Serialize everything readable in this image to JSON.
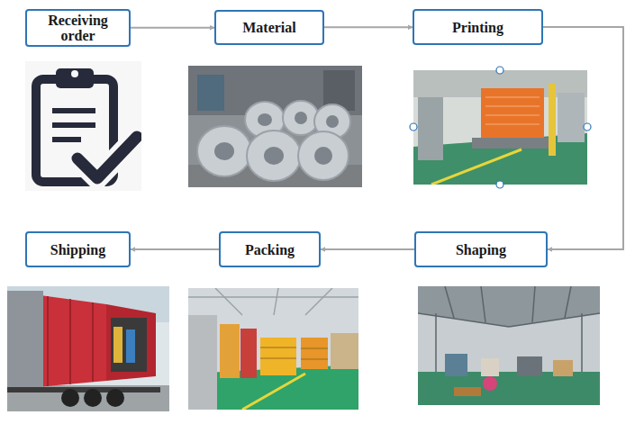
{
  "diagram": {
    "nodes": [
      {
        "text": [
          "Receiving order"
        ]
      },
      {
        "text": [
          "Material"
        ]
      },
      {
        "text": [
          "Printing"
        ]
      },
      {
        "text": [
          "Shipping"
        ]
      },
      {
        "text": [
          "Packing"
        ]
      },
      {
        "text": [
          "Shaping"
        ]
      }
    ],
    "edges": [
      {
        "from": 0,
        "to": 1,
        "arrow": "to"
      },
      {
        "from": 1,
        "to": 2,
        "arrow": "to"
      },
      {
        "from": 2,
        "to": 5,
        "arrow": "to"
      },
      {
        "from": 5,
        "to": 4,
        "arrow": "to"
      },
      {
        "from": 4,
        "to": 3,
        "arrow": "to"
      }
    ]
  }
}
